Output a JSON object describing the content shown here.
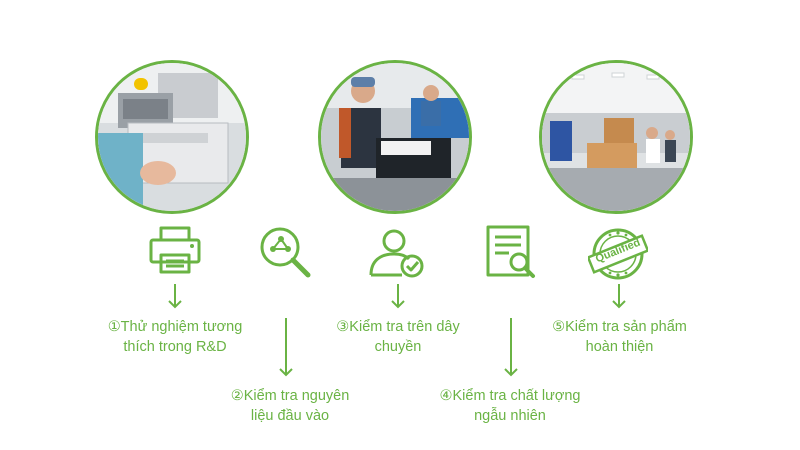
{
  "colors": {
    "accent": "#6ab344",
    "background": "#ffffff"
  },
  "photos": [
    {
      "icon": "printer-lab-photo"
    },
    {
      "icon": "assembly-line-photo"
    },
    {
      "icon": "warehouse-photo"
    }
  ],
  "steps": [
    {
      "icon": "printer-icon",
      "line1": "①Thử nghiệm tương",
      "line2": "thích trong R&D"
    },
    {
      "icon": "magnifier-molecule-icon",
      "line1": "②Kiểm tra nguyên",
      "line2": "liệu đầu vào"
    },
    {
      "icon": "user-check-icon",
      "line1": "③Kiểm tra trên dây",
      "line2": "chuyền"
    },
    {
      "icon": "document-search-icon",
      "line1": "④Kiểm tra chất lượng",
      "line2": "ngẫu nhiên"
    },
    {
      "icon": "qualified-stamp-icon",
      "line1": "⑤Kiểm tra sản phẩm",
      "line2": "hoàn thiện",
      "stamp_text": "Qualified"
    }
  ]
}
